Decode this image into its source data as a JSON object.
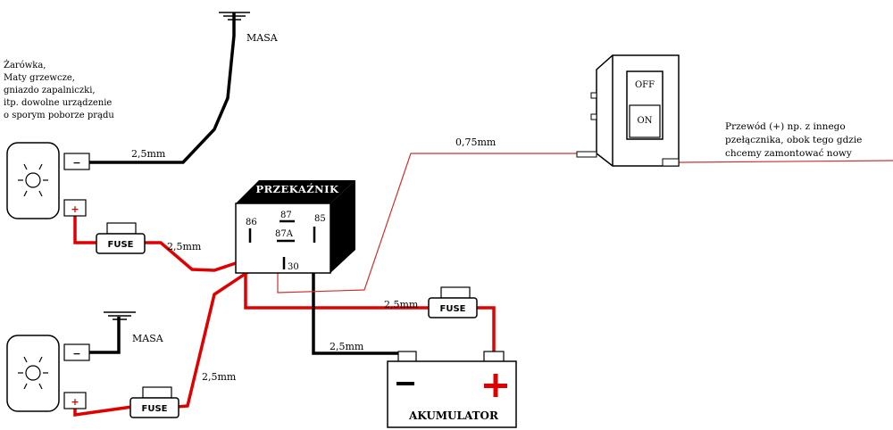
{
  "labels": {
    "ground_top": "MASA",
    "ground_bottom": "MASA",
    "device_note": [
      "Żarówka,",
      "Maty grzewcze,",
      "gniazdo zapalniczki,",
      "itp. dowolne urządzenie",
      "o sporym poborze prądu"
    ],
    "wire_ground_top": "2,5mm",
    "wire_fuse1": "2,5mm",
    "wire_fuse2": "2,5mm",
    "wire_battery_plus": "2,5mm",
    "wire_battery_minus": "2,5mm",
    "wire_switch": "0,75mm",
    "switch_note": [
      "Przewód (+) np. z innego",
      "pzełącznika, obok tego gdzie",
      "chcemy zamontować nowy"
    ]
  },
  "relay": {
    "title": "PRZEKAŹNIK",
    "pin_86": "86",
    "pin_87": "87",
    "pin_87a": "87A",
    "pin_85": "85",
    "pin_30": "30"
  },
  "switch": {
    "off": "OFF",
    "on": "ON"
  },
  "fuses": {
    "fuse1": "FUSE",
    "fuse2": "FUSE",
    "fuse3": "FUSE"
  },
  "battery": {
    "label": "AKUMULATOR",
    "minus": "−",
    "plus": "+"
  },
  "device_terminals": {
    "top_minus": "−",
    "top_plus": "+",
    "bottom_minus": "−",
    "bottom_plus": "+"
  },
  "colors": {
    "positive_wire": "#e00000",
    "negative_wire": "#000000",
    "signal_wire": "#d03030",
    "relay_body": "#000000"
  }
}
